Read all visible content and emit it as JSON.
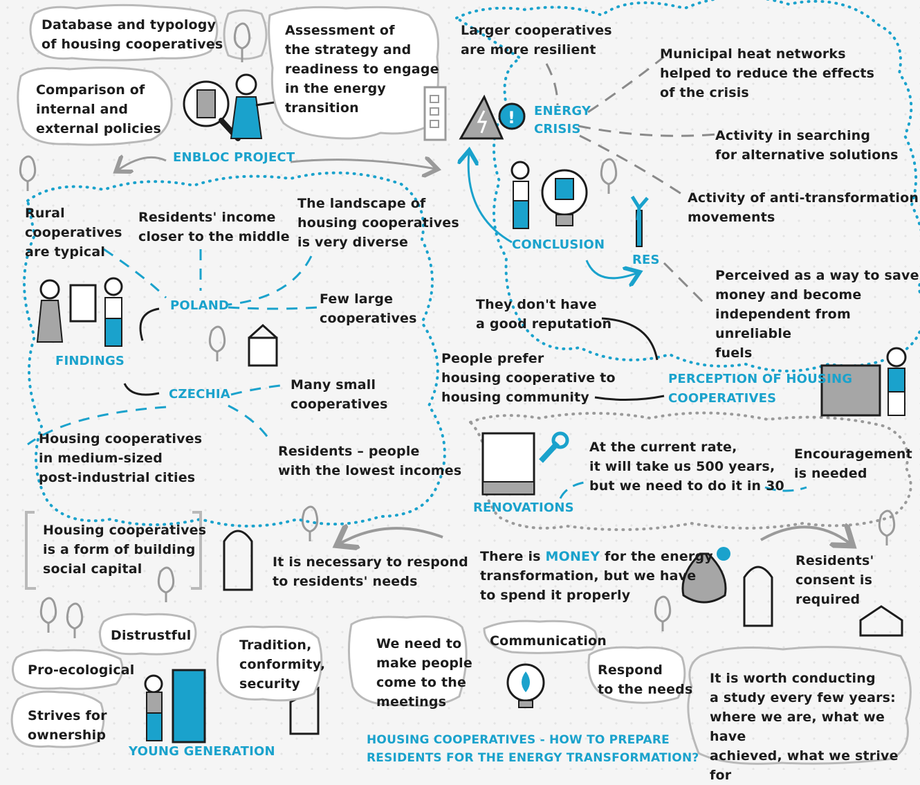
{
  "colors": {
    "accent": "#1aa2cc",
    "ink": "#1c1c1c",
    "gray": "#b9b9b9",
    "fill": "#a6a6a6"
  },
  "texts": {
    "database": "Database and typology\nof housing cooperatives",
    "comparison": "Comparison of\ninternal and\nexternal policies",
    "assessment": "Assessment of\nthe strategy and\nreadiness to engage\nin the energy\ntransition",
    "enbloc": "ENBLOC PROJECT",
    "larger": "Larger cooperatives\nare more resilient",
    "energy_crisis": "ENERGY\nCRISIS",
    "municipal": "Municipal heat networks\nhelped to reduce the effects\nof the crisis",
    "activity_search": "Activity in searching\nfor alternative solutions",
    "activity_anti": "Activity of anti-transformation\nmovements",
    "conclusion": "CONCLUSION",
    "res": "RES",
    "perceived": "Perceived as a way to save\nmoney and become\nindependent from unreliable\nfuels",
    "rural": "Rural\ncooperatives\nare typical",
    "income_middle": "Residents' income\ncloser to the middle",
    "landscape": "The landscape of\nhousing cooperatives\nis very diverse",
    "poland": "POLAND",
    "few_large": "Few large\ncooperatives",
    "findings": "FINDINGS",
    "czechia": "CZECHIA",
    "many_small": "Many small\ncooperatives",
    "medium_cities": "Housing cooperatives\nin medium-sized\npost-industrial cities",
    "lowest_income": "Residents – people\nwith the lowest incomes",
    "reputation": "They don't have\na good reputation",
    "prefer": "People prefer\nhousing cooperative to\nhousing community",
    "perception": "PERCEPTION OF HOUSING\nCOOPERATIVES",
    "current_rate": "At the current rate,\nit will take us 500 years,\nbut we need to do it in 30",
    "encouragement": "Encouragement\nis needed",
    "renovations": "RENOVATIONS",
    "social_capital": "Housing cooperatives\nis a form of building\nsocial capital",
    "respond_needs": "It is necessary to respond\nto residents' needs",
    "money_a": "There is ",
    "money_b": "MONEY",
    "money_c": " for the energy\ntransformation, but we have\nto spend it properly",
    "consent": "Residents'\nconsent is\nrequired",
    "distrustful": "Distrustful",
    "pro_eco": "Pro-ecological",
    "ownership": "Strives for\nownership",
    "young": "YOUNG GENERATION",
    "tradition": "Tradition,\nconformity,\nsecurity",
    "meetings": "We need to\nmake people\ncome to the\nmeetings",
    "communication": "Communication",
    "respond": "Respond\nto the needs",
    "worth": "It is worth conducting\na study every few years:\nwhere we are, what we have\nachieved, what we strive for",
    "title": "HOUSING COOPERATIVES - HOW TO PREPARE\nRESIDENTS FOR THE ENERGY TRANSFORMATION?"
  }
}
